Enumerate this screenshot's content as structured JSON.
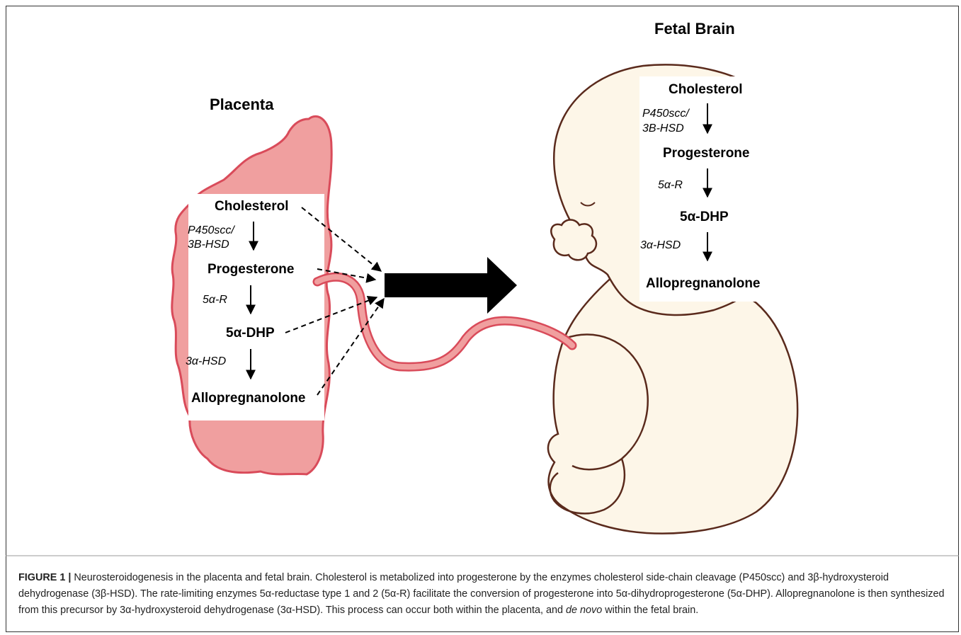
{
  "colors": {
    "placenta_fill": "#f09f9f",
    "placenta_stroke": "#d94b5a",
    "fetus_fill": "#fdf6e8",
    "fetus_stroke": "#5a2a1c",
    "arrow": "#000000"
  },
  "placenta": {
    "title": "Placenta",
    "steps": {
      "cholesterol": "Cholesterol",
      "enzyme1_line1": "P450scc/",
      "enzyme1_line2": "3B-HSD",
      "progesterone": "Progesterone",
      "enzyme2": "5α-R",
      "dhp": "5α-DHP",
      "enzyme3": "3α-HSD",
      "allopregnanolone": "Allopregnanolone"
    }
  },
  "fetal_brain": {
    "title": "Fetal Brain",
    "steps": {
      "cholesterol": "Cholesterol",
      "enzyme1_line1": "P450scc/",
      "enzyme1_line2": "3B-HSD",
      "progesterone": "Progesterone",
      "enzyme2": "5α-R",
      "dhp": "5α-DHP",
      "enzyme3": "3α-HSD",
      "allopregnanolone": "Allopregnanolone"
    }
  },
  "caption": {
    "label": "FIGURE 1 |",
    "text_before_italic": " Neurosteroidogenesis in the placenta and fetal brain. Cholesterol is metabolized into progesterone by the enzymes cholesterol side-chain cleavage (P450scc) and 3β-hydroxysteroid dehydrogenase (3β-HSD). The rate-limiting enzymes 5α-reductase type 1 and 2 (5α-R) facilitate the conversion of progesterone into 5α-dihydroprogesterone (5α-DHP). Allopregnanolone is then synthesized from this precursor by 3α-hydroxysteroid dehydrogenase (3α-HSD). This process can occur both within the placenta, and ",
    "italic": "de novo",
    "text_after_italic": " within the fetal brain."
  }
}
